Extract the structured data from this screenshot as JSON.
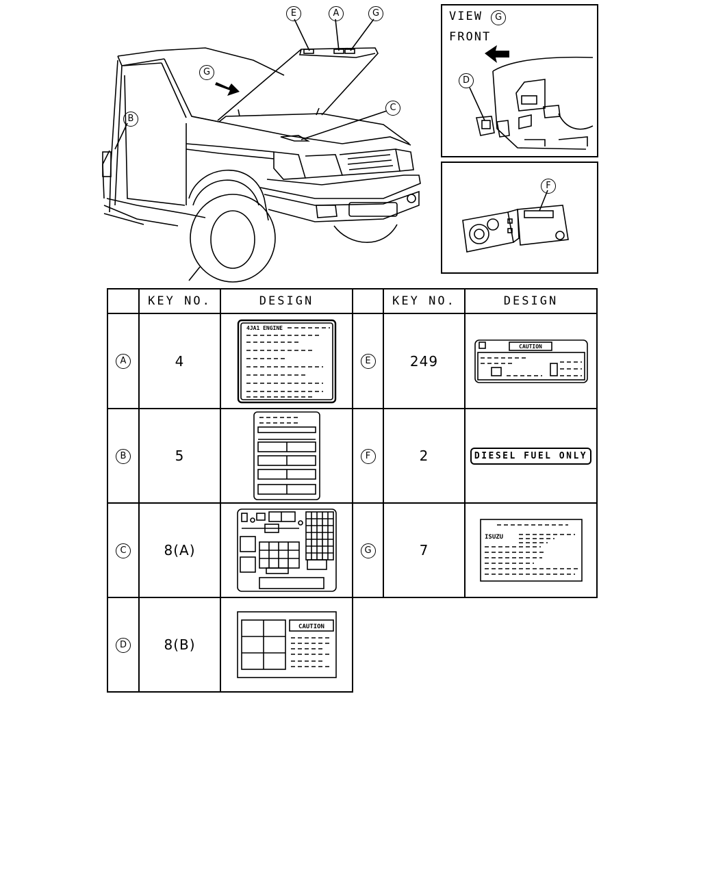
{
  "callouts": {
    "a": "A",
    "b": "B",
    "c": "C",
    "d": "D",
    "e": "E",
    "f": "F",
    "g": "G"
  },
  "view_panel": {
    "view_label": "VIEW",
    "view_ref": "G",
    "front_label": "FRONT"
  },
  "table": {
    "headers": {
      "key_no": "KEY NO.",
      "design": "DESIGN"
    },
    "rows_left": [
      {
        "ref": "A",
        "key_no": "4"
      },
      {
        "ref": "B",
        "key_no": "5"
      },
      {
        "ref": "C",
        "key_no": "8(A)"
      },
      {
        "ref": "D",
        "key_no": "8(B)"
      }
    ],
    "rows_right": [
      {
        "ref": "E",
        "key_no": "249"
      },
      {
        "ref": "F",
        "key_no": "2"
      },
      {
        "ref": "G",
        "key_no": "7"
      }
    ]
  },
  "label_texts": {
    "a_title": "4JA1 ENGINE",
    "c_caution": "CAUTION",
    "e_caution": "CAUTION",
    "f_text": "DIESEL FUEL ONLY",
    "g_brand": "ISUZU"
  }
}
